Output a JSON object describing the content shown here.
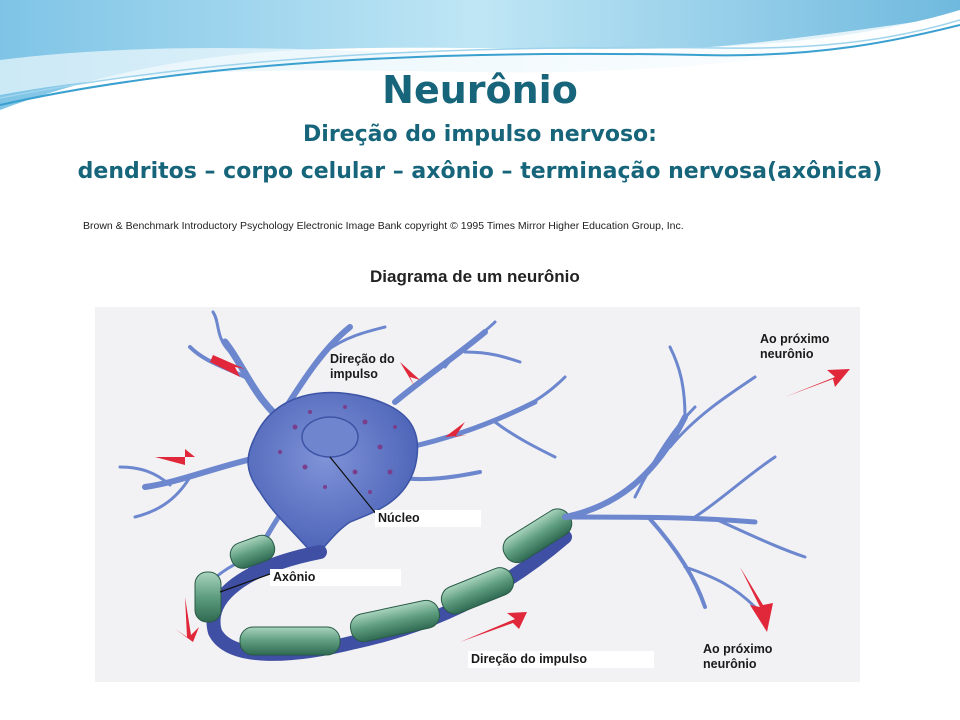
{
  "slide": {
    "title": "Neurônio",
    "subtitle": "Direção do impulso nervoso:",
    "subtitle_line2": "dendritos – corpo celular – axônio – terminação  nervosa(axônica)",
    "title_color": "#17657a"
  },
  "figure": {
    "copyright": "Brown & Benchmark Introductory Psychology Electronic Image Bank copyright © 1995 Times Mirror Higher Education Group, Inc.",
    "title": "Diagrama de um neurônio",
    "labels": {
      "direcao_impulso_top_1": "Direção do",
      "direcao_impulso_top_2": "impulso",
      "nucleo": "Núcleo",
      "axonio": "Axônio",
      "direcao_impulso_bottom": "Direção do impulso",
      "proximo_top_1": "Ao próximo",
      "proximo_top_2": "neurônio",
      "proximo_bottom_1": "Ao próximo",
      "proximo_bottom_2": "neurônio"
    },
    "colors": {
      "cell_body": "#5c74c4",
      "myelin": "#5a9a7c",
      "arrow": "#e0283a"
    }
  }
}
